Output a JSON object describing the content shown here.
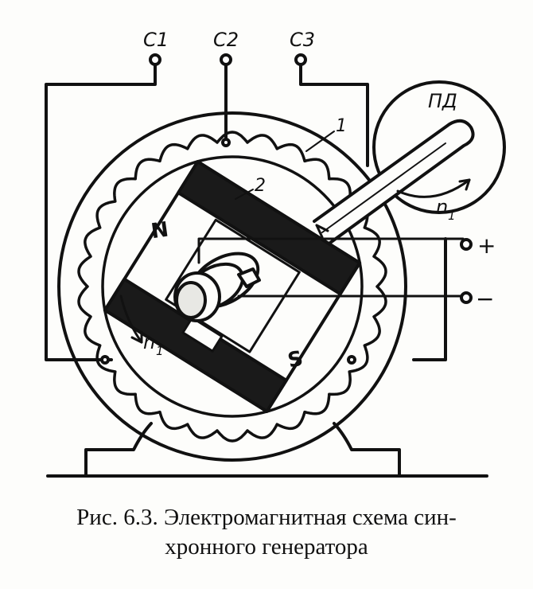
{
  "terminals": {
    "c1": "C1",
    "c2": "C2",
    "c3": "C3"
  },
  "labels": {
    "stator": "1",
    "rotor": "2",
    "motor": "ПД",
    "n1_motor": "n",
    "n1_motor_sub": "1",
    "n1_rotor": "n",
    "n1_rotor_sub": "1",
    "pole_n": "N",
    "pole_s": "S",
    "plus": "+",
    "minus": "−"
  },
  "caption": {
    "line1": "Рис. 6.3. Электромагнитная схема син-",
    "line2": "хронного генератора"
  }
}
